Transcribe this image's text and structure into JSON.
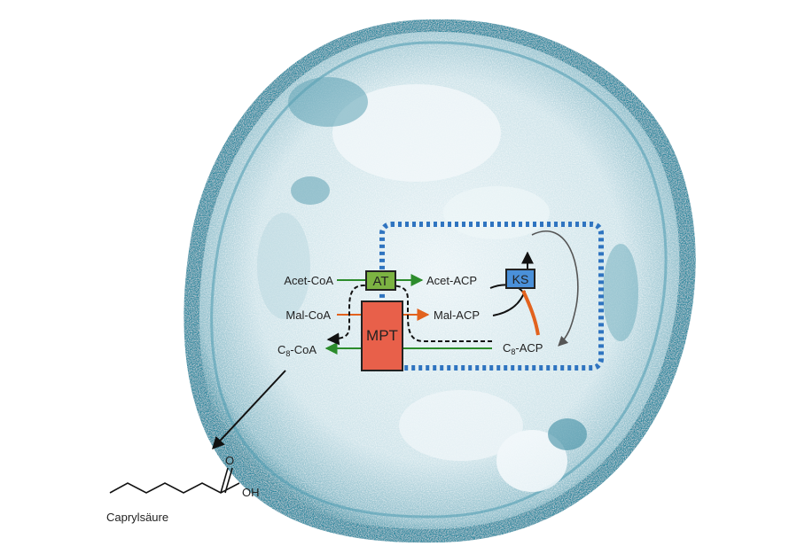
{
  "diagram": {
    "labels": {
      "acet_coa": "Acet-CoA",
      "mal_coa": "Mal-CoA",
      "c8_coa_main": "C",
      "c8_coa_sub": "8",
      "c8_coa_tail": "-CoA",
      "acet_acp": "Acet-ACP",
      "mal_acp": "Mal-ACP",
      "c8_acp_main": "C",
      "c8_acp_sub": "8",
      "c8_acp_tail": "-ACP"
    },
    "enzymes": {
      "at": "AT",
      "mpt": "MPT",
      "ks": "KS"
    },
    "product": {
      "name": "Caprylsäure",
      "oxygen": "O",
      "hydroxyl": "OH"
    },
    "colors": {
      "cell": "#3d8fa3",
      "cell_dark": "#1f6f86",
      "dotted_box": "#2f74c0",
      "green_arrow": "#2c8c2c",
      "orange_arrow": "#e2621e",
      "at_box": "#7cb342",
      "mpt_box": "#e8604a",
      "ks_box": "#4a90d9"
    }
  }
}
